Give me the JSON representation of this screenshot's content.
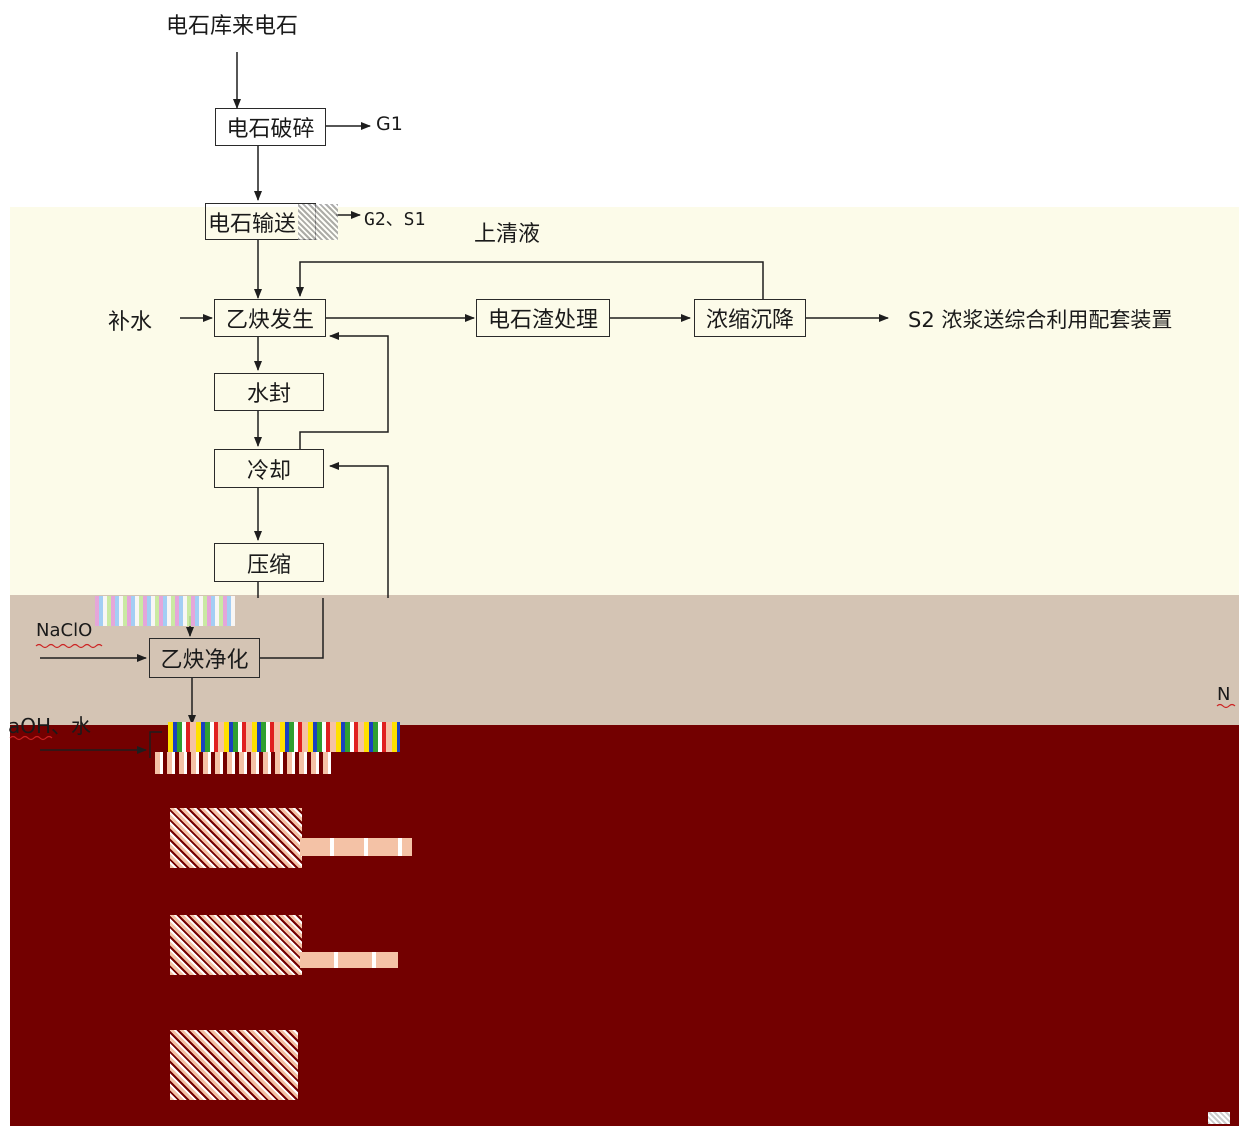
{
  "colors": {
    "cream_band": "#fcfbe9",
    "taupe_band": "#d4c4b4",
    "maroon_band": "#730000",
    "peach_artifact": "#f4c2a6",
    "line": "#1e1e1e"
  },
  "source_label": "电石库来电石",
  "boxes": {
    "crush": "电石破碎",
    "convey": "电石输送",
    "generate": "乙炔发生",
    "seal": "水封",
    "cool": "冷却",
    "compress": "压缩",
    "purify": "乙炔净化",
    "slag": "电石渣处理",
    "settle": "浓缩沉降"
  },
  "labels": {
    "g1": "G1",
    "g2_s1": "G2、S1",
    "supernatant": "上清液",
    "makeup_water": "补水",
    "s2_output": "S2 浓浆送综合利用配套装置",
    "naclo": "NaClO",
    "naoh_water": "aOH、水",
    "right_n": "N"
  }
}
